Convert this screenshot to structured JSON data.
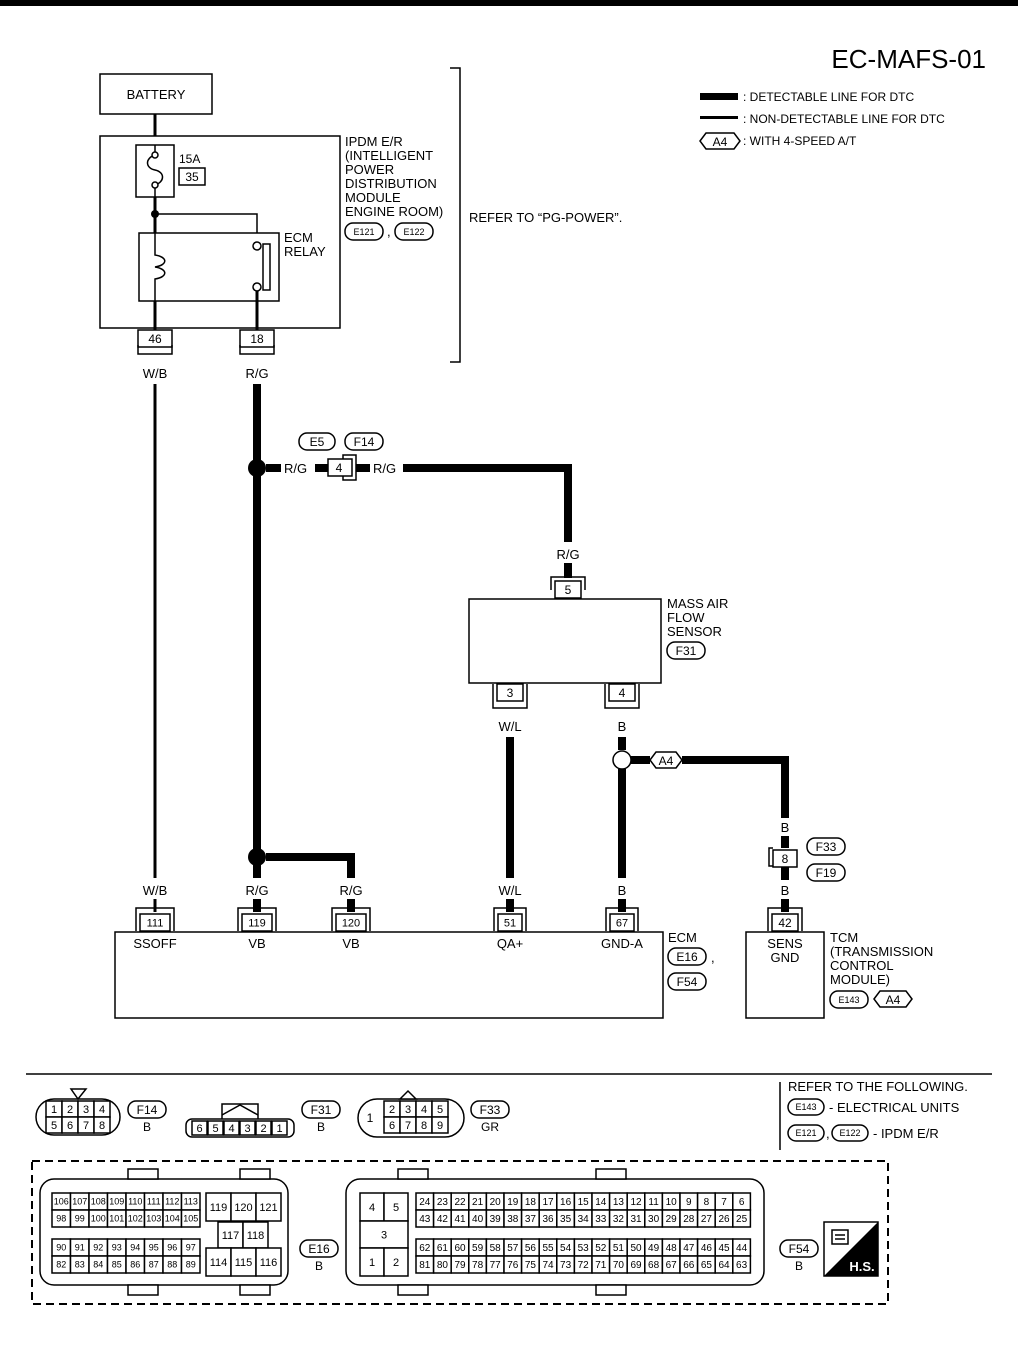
{
  "page_code": "EC-MAFS-01",
  "legend": {
    "detectable": ": DETECTABLE LINE FOR DTC",
    "non_detectable": ": NON-DETECTABLE LINE FOR DTC",
    "a4_tag": "A4",
    "a4_desc": ": WITH 4-SPEED A/T"
  },
  "battery": "BATTERY",
  "fuse": {
    "rating": "15A",
    "number": "35"
  },
  "ipdm": {
    "lines": [
      "IPDM E/R",
      "(INTELLIGENT",
      "POWER",
      "DISTRIBUTION",
      "MODULE",
      "ENGINE ROOM)"
    ],
    "conn1": "E121",
    "conn2": "E122",
    "comma": ","
  },
  "ecm_relay": [
    "ECM",
    "RELAY"
  ],
  "refer_power": "REFER TO “PG-POWER”.",
  "ipdm_pins": {
    "p46": "46",
    "p18": "18"
  },
  "wire_colors": {
    "wb": "W/B",
    "rg": "R/G",
    "wl": "W/L",
    "b": "B"
  },
  "joint_connector": {
    "c1": "E5",
    "c2": "F14",
    "pin": "4"
  },
  "maf": {
    "lines": [
      "MASS AIR",
      "FLOW",
      "SENSOR"
    ],
    "conn": "F31",
    "pin5": "5",
    "pin3": "3",
    "pin4": "4"
  },
  "a4_marker": "A4",
  "tcm_joint": {
    "c1": "F33",
    "c2": "F19",
    "pin": "8"
  },
  "ecm": {
    "name": "ECM",
    "conn1": "E16",
    "conn2": "F54",
    "comma": ",",
    "pins": [
      {
        "no": "111",
        "name": "SSOFF"
      },
      {
        "no": "119",
        "name": "VB"
      },
      {
        "no": "120",
        "name": "VB"
      },
      {
        "no": "51",
        "name": "QA+"
      },
      {
        "no": "67",
        "name": "GND-A"
      }
    ]
  },
  "tcm": {
    "pin": "42",
    "pin_name": [
      "SENS",
      "GND"
    ],
    "lines": [
      "TCM",
      "(TRANSMISSION",
      "CONTROL",
      "MODULE)"
    ],
    "conn": "E143",
    "a4": "A4"
  },
  "refer_following": {
    "title": "REFER TO THE FOLLOWING.",
    "item1_conn": "E143",
    "item1_text": "- ELECTRICAL UNITS",
    "item2_conn1": "E121",
    "item2_conn2": "E122",
    "item2_text": "- IPDM E/R",
    "comma": ","
  },
  "connectors": {
    "f14": {
      "name": "F14",
      "color": "B",
      "top": [
        "1",
        "2",
        "3",
        "4"
      ],
      "bottom": [
        "5",
        "6",
        "7",
        "8"
      ]
    },
    "f31": {
      "name": "F31",
      "color": "B",
      "pins": [
        "6",
        "5",
        "4",
        "3",
        "2",
        "1"
      ]
    },
    "f33": {
      "name": "F33",
      "color": "GR",
      "left": "1",
      "top": [
        "2",
        "3",
        "4",
        "5"
      ],
      "bottom": [
        "6",
        "7",
        "8",
        "9"
      ]
    },
    "e16": {
      "name": "E16",
      "color": "B",
      "r1": [
        "106",
        "107",
        "108",
        "109",
        "110",
        "111",
        "112",
        "113"
      ],
      "r2": [
        "98",
        "99",
        "100",
        "101",
        "102",
        "103",
        "104",
        "105"
      ],
      "r3": [
        "90",
        "91",
        "92",
        "93",
        "94",
        "95",
        "96",
        "97"
      ],
      "r4": [
        "82",
        "83",
        "84",
        "85",
        "86",
        "87",
        "88",
        "89"
      ],
      "c_top": [
        "119",
        "120",
        "121"
      ],
      "c_mid": [
        "117",
        "118"
      ],
      "c_bot": [
        "114",
        "115",
        "116"
      ]
    },
    "f54": {
      "name": "F54",
      "color": "B",
      "left_top": [
        "4",
        "5"
      ],
      "left_mid": "3",
      "left_bot": [
        "1",
        "2"
      ],
      "r1": [
        "24",
        "23",
        "22",
        "21",
        "20",
        "19",
        "18",
        "17",
        "16",
        "15",
        "14",
        "13",
        "12",
        "11",
        "10",
        "9",
        "8",
        "7",
        "6"
      ],
      "r2": [
        "43",
        "42",
        "41",
        "40",
        "39",
        "38",
        "37",
        "36",
        "35",
        "34",
        "33",
        "32",
        "31",
        "30",
        "29",
        "28",
        "27",
        "26",
        "25"
      ],
      "r3": [
        "62",
        "61",
        "60",
        "59",
        "58",
        "57",
        "56",
        "55",
        "54",
        "53",
        "52",
        "51",
        "50",
        "49",
        "48",
        "47",
        "46",
        "45",
        "44"
      ],
      "r4": [
        "81",
        "80",
        "79",
        "78",
        "77",
        "76",
        "75",
        "74",
        "73",
        "72",
        "71",
        "70",
        "69",
        "68",
        "67",
        "66",
        "65",
        "64",
        "63"
      ]
    },
    "hs": "H.S."
  }
}
